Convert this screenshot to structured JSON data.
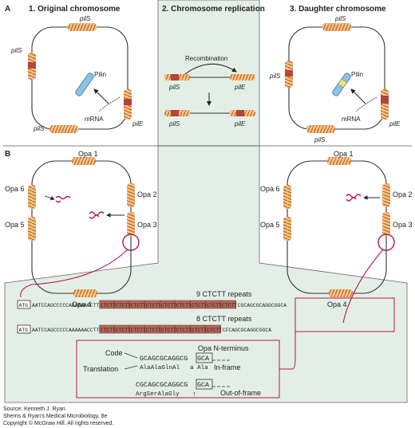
{
  "panel_a": {
    "letter": "A",
    "title1": "1. Original chromosome",
    "title2": "2. Chromosome replication",
    "title3": "3. Daughter chromosome",
    "pils": "pilS",
    "pile": "pilE",
    "pilin": "Pilin",
    "mrna": "mRNA",
    "recombination": "Recombination"
  },
  "panel_b": {
    "letter": "B",
    "opa1": "Opa 1",
    "opa2": "Opa 2",
    "opa3": "Opa 3",
    "opa4": "Opa 4",
    "opa5": "Opa 5",
    "opa6": "Opa 6",
    "repeats9": "9 CTCTT repeats",
    "repeats8": "8 CTCTT repeats",
    "atg": "ATG",
    "seq_prefix": "AATCCAGCCCCCAAAAAACCTT",
    "repeat_unit": "CTCTT",
    "seq9_suffix": "CGCAGCGCAGGCGGCA",
    "seq8_suffix": "CFCAGCGCAGGCGGCA",
    "code_label": "Code",
    "translation_label": "Translation",
    "opa_n_terminus": "Opa N-terminus",
    "inframe_code": "GCAGCGCAGGCG",
    "inframe_code_box": "GCA",
    "inframe_translation": "AlaAlaGlnAl",
    "inframe_translation_box": "a Ala",
    "inframe_label": "In-frame",
    "outframe_code": "CGCAGCGCAGGCG",
    "outframe_code_box": "GCA",
    "outframe_translation": "ArgSerAlaGly",
    "outframe_label": "Out-of-frame"
  },
  "credits": {
    "source": "Source: Kenneth J. Ryan",
    "book": "Sherris & Ryan's Medical Microbiology, 8e",
    "copyright": "Copyright © McGraw Hill. All rights reserved."
  },
  "colors": {
    "panel_green": "#e3efe6",
    "coil": "#f0a25a",
    "coil_dark": "#c26a1e",
    "red_segment": "#a83232",
    "crimson": "#b5174f",
    "pilin_blue": "#8fc3e6",
    "repeat_fill": "#b5675a"
  }
}
